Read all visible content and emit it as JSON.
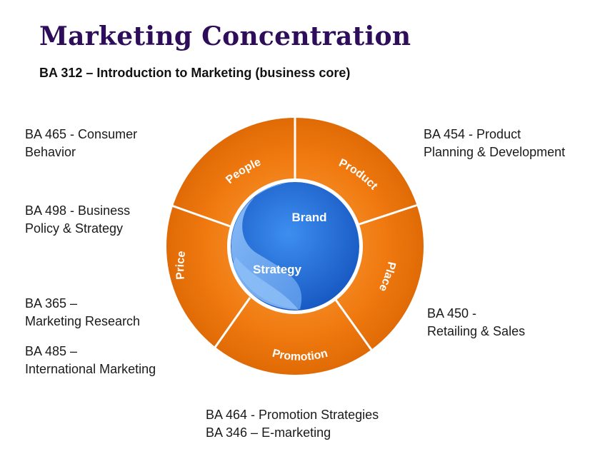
{
  "title": "Marketing Concentration",
  "subtitle": "BA 312 – Introduction to Marketing (business core)",
  "colors": {
    "title": "#2e0d5a",
    "ring_orange": "#f07a10",
    "ring_orange_light": "#f8a040",
    "hub_blue": "#1f6fd8",
    "hub_light_blue": "#6aa6f0"
  },
  "wheel": {
    "segments": [
      "People",
      "Product",
      "Place",
      "Promotion",
      "Price"
    ],
    "hub": {
      "top": "Brand",
      "bottom": "Strategy"
    }
  },
  "courses": {
    "consumer_behavior": [
      "BA 465 - Consumer",
      "Behavior"
    ],
    "business_policy": [
      "BA 498 - Business",
      "Policy & Strategy"
    ],
    "marketing_research": [
      "BA 365 –",
      "Marketing Research"
    ],
    "international_marketing": [
      "BA 485 –",
      "International Marketing"
    ],
    "product_planning": [
      "BA 454 - Product",
      "Planning & Development"
    ],
    "retailing": [
      "BA 450 -",
      "Retailing & Sales"
    ],
    "promotion": [
      "BA 464 - Promotion Strategies",
      "BA 346 – E-marketing"
    ]
  }
}
